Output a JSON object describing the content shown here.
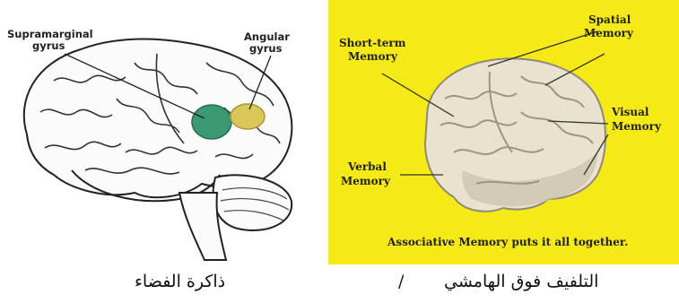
{
  "left_diagram": {
    "label_supramarginal_line1": "Supramarginal",
    "label_supramarginal_line2": "gyrus",
    "label_angular_line1": "Angular",
    "label_angular_line2": "gyrus",
    "colors": {
      "supramarginal": "#3b9a73",
      "angular": "#d9c75a"
    }
  },
  "right_diagram": {
    "label_short_term_line1": "Short-term",
    "label_short_term_line2": "Memory",
    "label_spatial_line1": "Spatial",
    "label_spatial_line2": "Memory",
    "label_visual_line1": "Visual",
    "label_visual_line2": "Memory",
    "label_verbal_line1": "Verbal",
    "label_verbal_line2": "Memory",
    "footer": "Associative Memory puts it all together.",
    "colors": {
      "background": "#f5ea15",
      "brain": "#e8e2cf"
    }
  },
  "captions": {
    "left": "ذاكرة الفضاء",
    "separator": "/",
    "right": "التلفيف فوق الهامشي"
  }
}
